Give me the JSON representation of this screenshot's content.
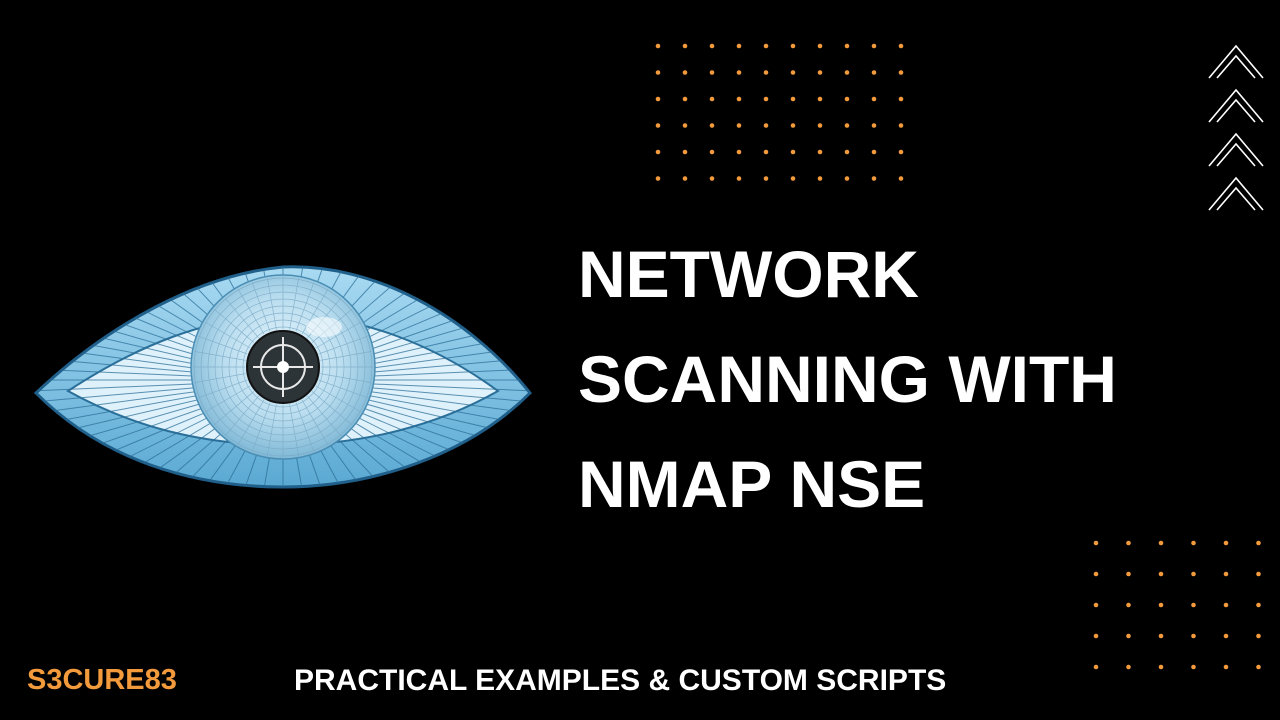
{
  "title": {
    "line1": "NETWORK",
    "line2": "SCANNING WITH",
    "line3": "NMAP NSE"
  },
  "footer": {
    "brand": "S3CURE83",
    "subtitle": "PRACTICAL EXAMPLES & CUSTOM SCRIPTS"
  },
  "colors": {
    "background": "#000000",
    "accent": "#f39a3d",
    "text": "#ffffff",
    "eye": "#7fc4e8"
  },
  "icons": {
    "logo": "nmap-eye-icon",
    "decor": "chevron-up-icon"
  }
}
